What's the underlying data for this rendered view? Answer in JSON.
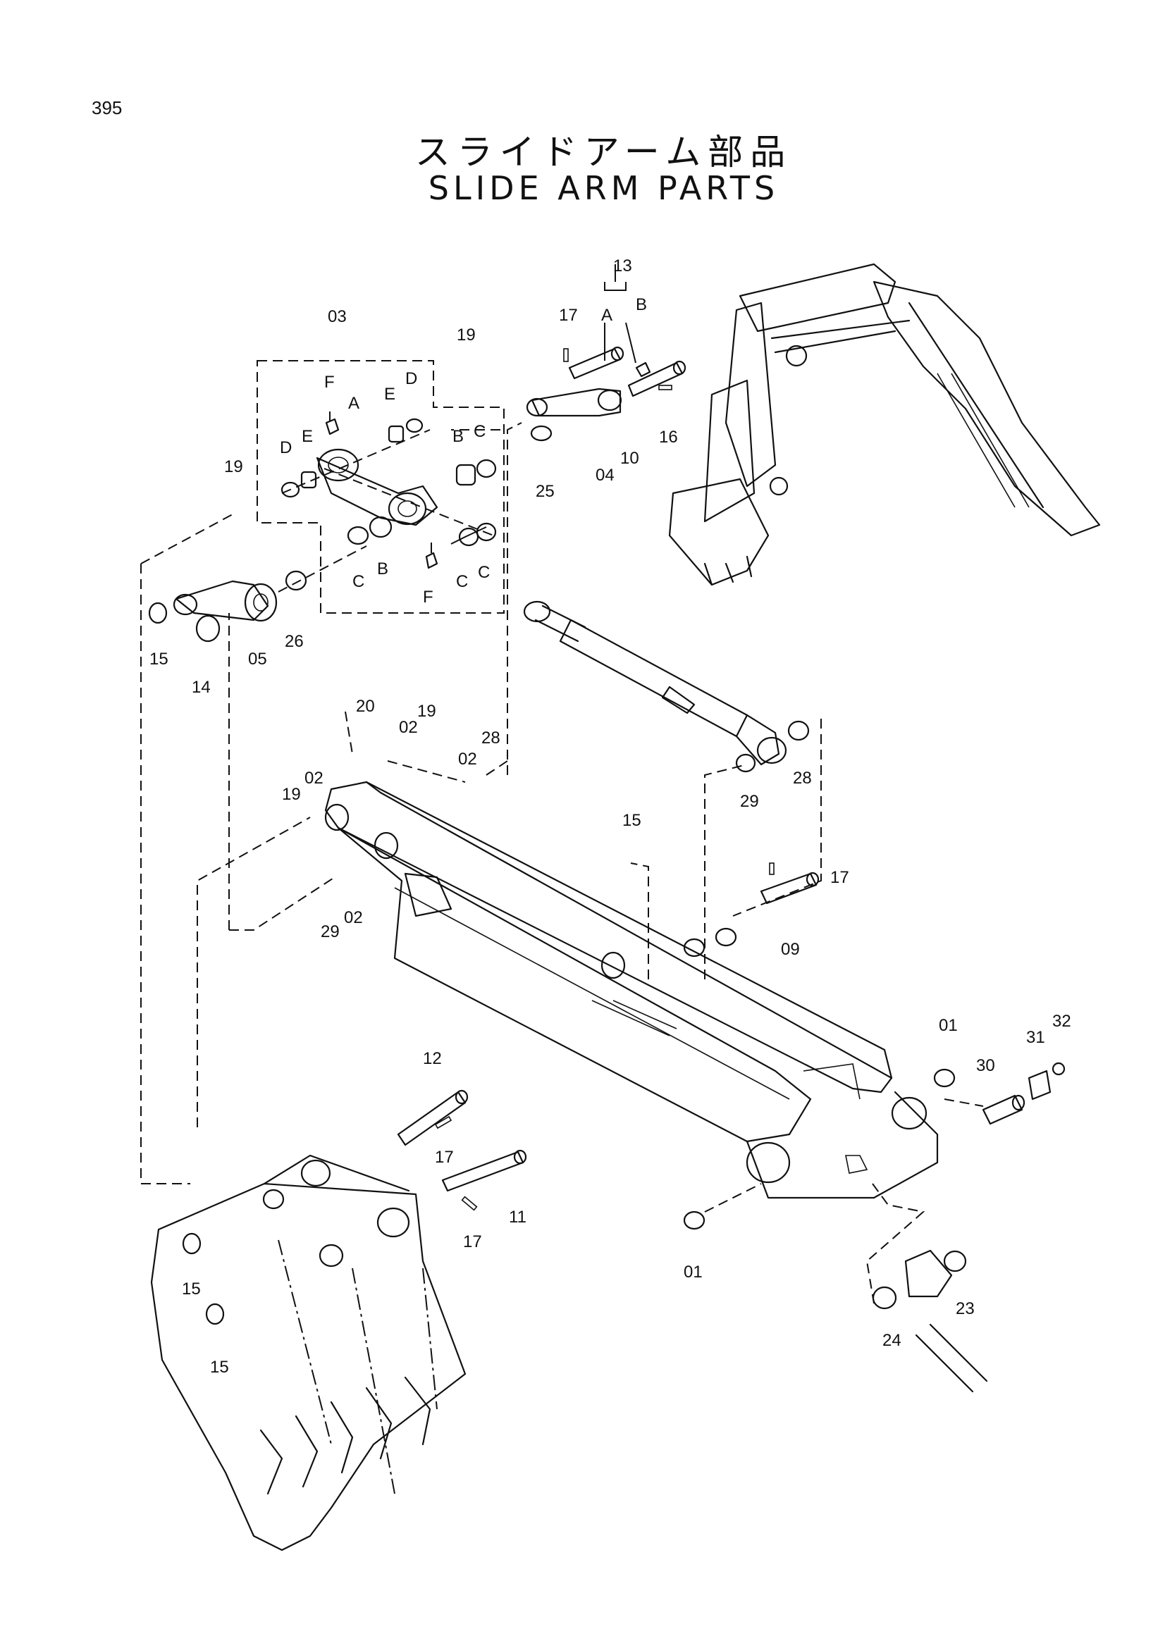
{
  "page_number": "395",
  "title_jp": "スライドアーム部品",
  "title_en": "SLIDE ARM PARTS",
  "labels": {
    "l03": "03",
    "l19a": "19",
    "l19b": "19",
    "l19c": "19",
    "l19d": "19",
    "lFa": "F",
    "lFb": "F",
    "lAa": "A",
    "lAb": "A",
    "lEa": "E",
    "lEb": "E",
    "lDa": "D",
    "lDb": "D",
    "lBa": "B",
    "lBb": "B",
    "lBc": "B",
    "lCa": "C",
    "lCb": "C",
    "lCc": "C",
    "lCd": "C",
    "l13": "13",
    "l17a": "17",
    "l17b": "17",
    "l17c": "17",
    "l17d": "17",
    "l16": "16",
    "l10": "10",
    "l04": "04",
    "l25": "25",
    "l15a": "15",
    "l15b": "15",
    "l15c": "15",
    "l15d": "15",
    "l14": "14",
    "l05": "05",
    "l26": "26",
    "l20": "20",
    "l02a": "02",
    "l02b": "02",
    "l02c": "02",
    "l02d": "02",
    "l28a": "28",
    "l28b": "28",
    "l29a": "29",
    "l29b": "29",
    "l09": "09",
    "l12": "12",
    "l11": "11",
    "l01a": "01",
    "l01b": "01",
    "l30": "30",
    "l31": "31",
    "l32": "32",
    "l23": "23",
    "l24": "24"
  }
}
